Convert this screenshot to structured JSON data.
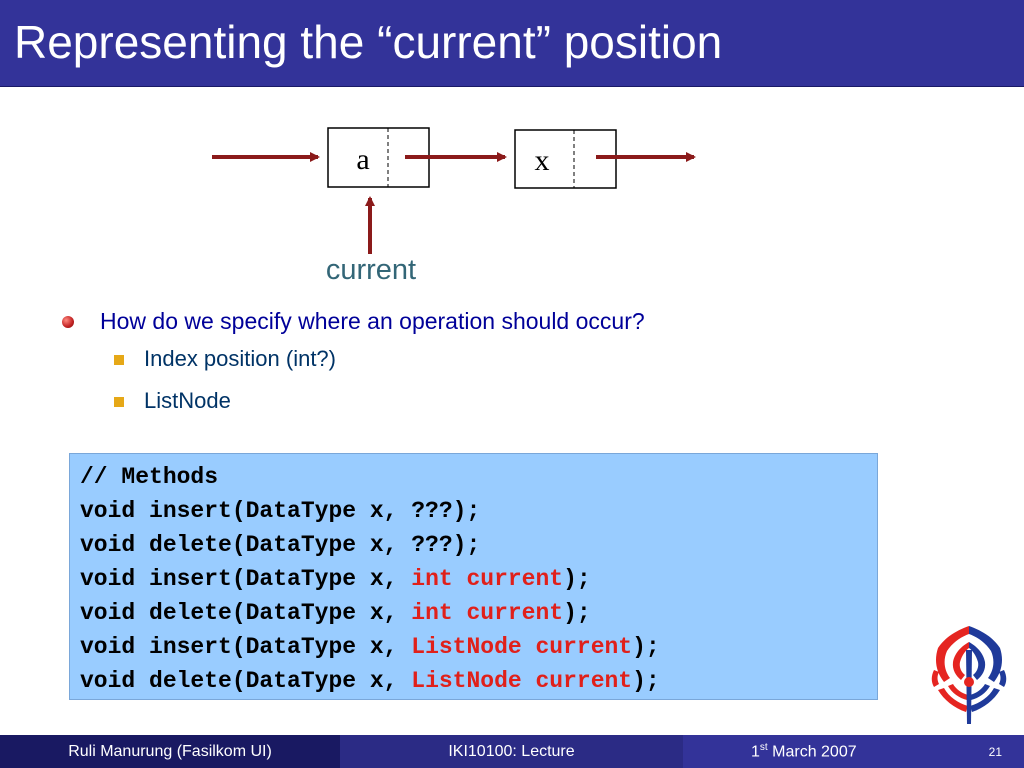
{
  "slide": {
    "title": "Representing the “current” position"
  },
  "diagram": {
    "node1_value": "a",
    "node2_value": "x",
    "pointer_label": "current"
  },
  "bullets": {
    "main": "How do we specify where an operation should occur?",
    "sub": [
      "Index position (int?)",
      "ListNode"
    ]
  },
  "code": {
    "line1": "// Methods",
    "line2": "void insert(DataType x, ???);",
    "line3": "void delete(DataType x, ???);",
    "line4_prefix": "void insert(DataType x, ",
    "line4_highlight": "int current",
    "line4_suffix": ");",
    "line5_prefix": "void delete(DataType x, ",
    "line5_highlight": "int current",
    "line5_suffix": ");",
    "line6_prefix": "void insert(DataType x, ",
    "line6_highlight": "ListNode current",
    "line6_suffix": ");",
    "line7_prefix": "void delete(DataType x, ",
    "line7_highlight": "ListNode current",
    "line7_suffix": ");"
  },
  "footer": {
    "author": "Ruli Manurung (Fasilkom UI)",
    "course": "IKI10100: Lecture",
    "date_day": "1",
    "date_suffix": "st",
    "date_rest": " March 2007",
    "page": "21"
  },
  "colors": {
    "title_bar": "#333399",
    "arrow": "#8b1a1a",
    "code_background": "#99ccff",
    "code_highlight": "#e0201a",
    "pointer_label": "#336677"
  }
}
